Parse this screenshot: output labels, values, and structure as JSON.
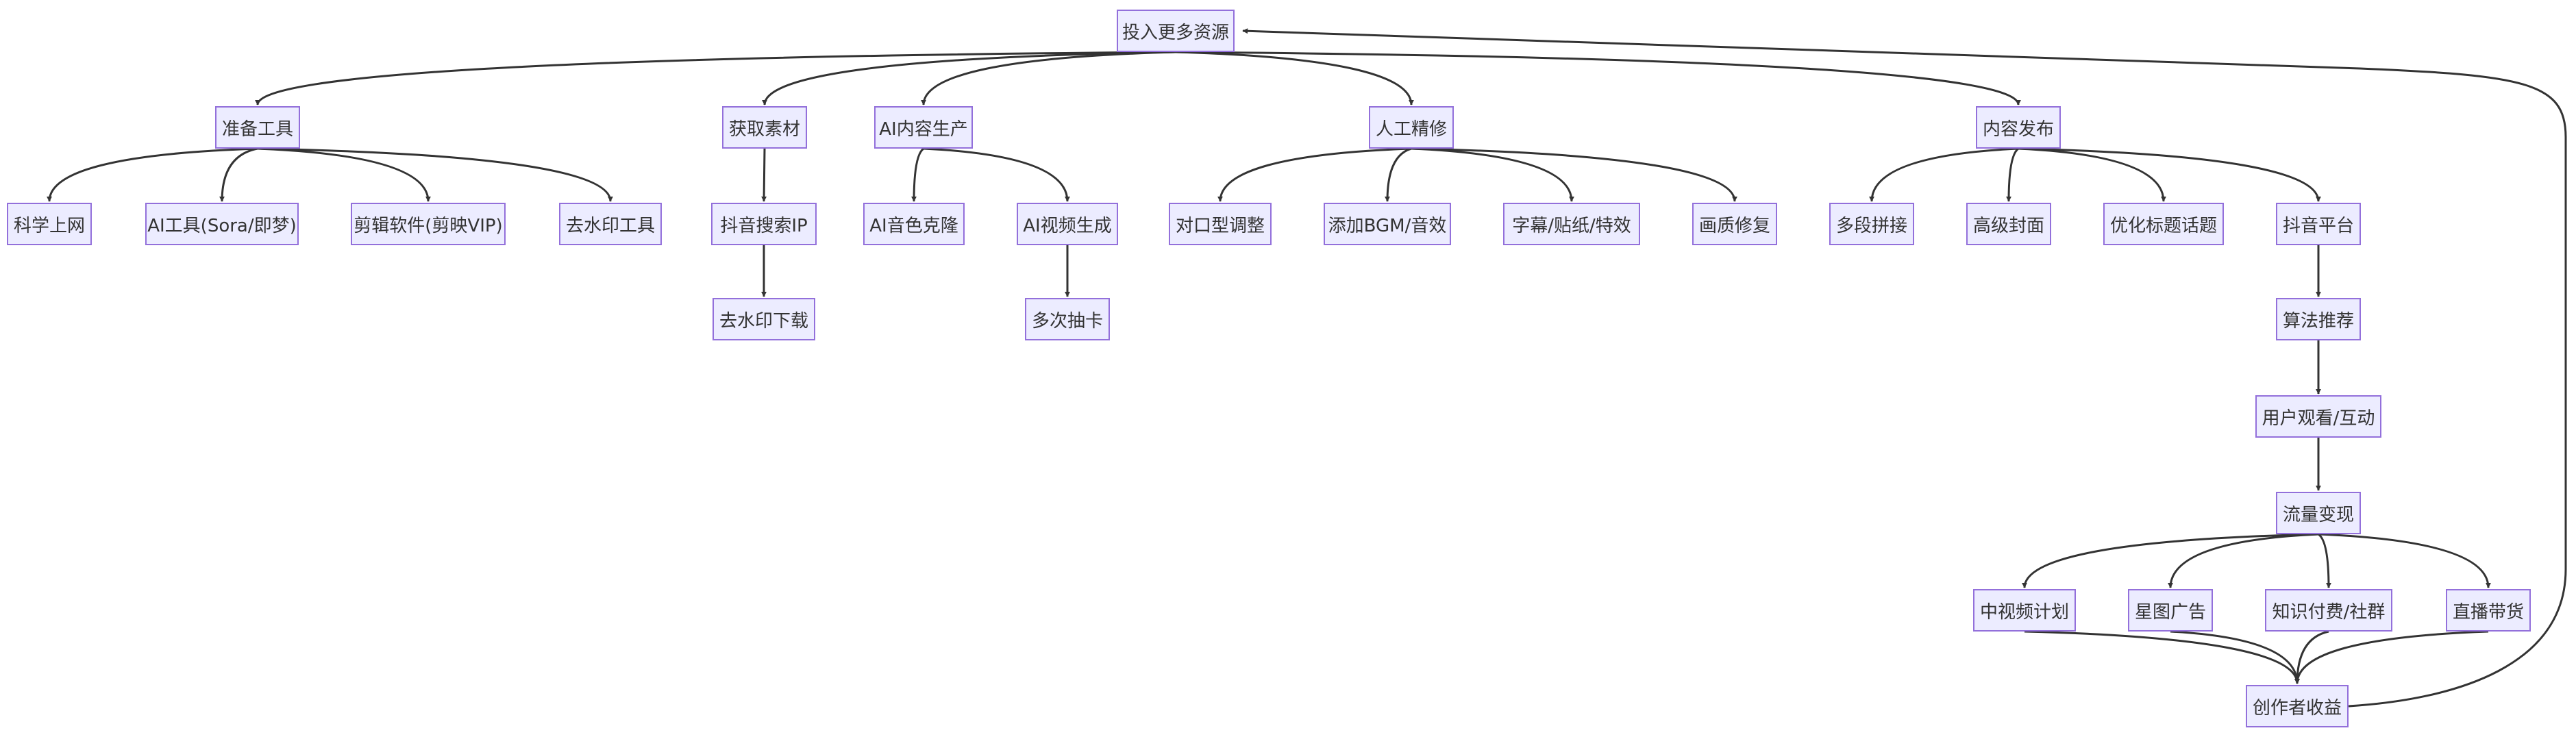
{
  "diagram": {
    "nodes": [
      {
        "id": "n0",
        "label": "投入更多资源"
      },
      {
        "id": "n1",
        "label": "准备工具"
      },
      {
        "id": "n2",
        "label": "获取素材"
      },
      {
        "id": "n3",
        "label": "AI内容生产"
      },
      {
        "id": "n4",
        "label": "人工精修"
      },
      {
        "id": "n5",
        "label": "内容发布"
      },
      {
        "id": "n6",
        "label": "科学上网"
      },
      {
        "id": "n7",
        "label": "AI工具(Sora/即梦)"
      },
      {
        "id": "n8",
        "label": "剪辑软件(剪映VIP)"
      },
      {
        "id": "n9",
        "label": "去水印工具"
      },
      {
        "id": "n10",
        "label": "抖音搜索IP"
      },
      {
        "id": "n11",
        "label": "去水印下载"
      },
      {
        "id": "n12",
        "label": "AI音色克隆"
      },
      {
        "id": "n13",
        "label": "AI视频生成"
      },
      {
        "id": "n14",
        "label": "多次抽卡"
      },
      {
        "id": "n15",
        "label": "对口型调整"
      },
      {
        "id": "n16",
        "label": "添加BGM/音效"
      },
      {
        "id": "n17",
        "label": "字幕/贴纸/特效"
      },
      {
        "id": "n18",
        "label": "画质修复"
      },
      {
        "id": "n19",
        "label": "多段拼接"
      },
      {
        "id": "n20",
        "label": "高级封面"
      },
      {
        "id": "n21",
        "label": "优化标题话题"
      },
      {
        "id": "n22",
        "label": "抖音平台"
      },
      {
        "id": "n23",
        "label": "算法推荐"
      },
      {
        "id": "n24",
        "label": "用户观看/互动"
      },
      {
        "id": "n25",
        "label": "流量变现"
      },
      {
        "id": "n26",
        "label": "中视频计划"
      },
      {
        "id": "n27",
        "label": "星图广告"
      },
      {
        "id": "n28",
        "label": "知识付费/社群"
      },
      {
        "id": "n29",
        "label": "直播带货"
      },
      {
        "id": "n30",
        "label": "创作者收益"
      }
    ],
    "edges": [
      [
        "n0",
        "n1"
      ],
      [
        "n0",
        "n2"
      ],
      [
        "n0",
        "n3"
      ],
      [
        "n0",
        "n4"
      ],
      [
        "n0",
        "n5"
      ],
      [
        "n1",
        "n6"
      ],
      [
        "n1",
        "n7"
      ],
      [
        "n1",
        "n8"
      ],
      [
        "n1",
        "n9"
      ],
      [
        "n2",
        "n10"
      ],
      [
        "n10",
        "n11"
      ],
      [
        "n3",
        "n12"
      ],
      [
        "n3",
        "n13"
      ],
      [
        "n13",
        "n14"
      ],
      [
        "n4",
        "n15"
      ],
      [
        "n4",
        "n16"
      ],
      [
        "n4",
        "n17"
      ],
      [
        "n4",
        "n18"
      ],
      [
        "n5",
        "n19"
      ],
      [
        "n5",
        "n20"
      ],
      [
        "n5",
        "n21"
      ],
      [
        "n5",
        "n22"
      ],
      [
        "n22",
        "n23"
      ],
      [
        "n23",
        "n24"
      ],
      [
        "n24",
        "n25"
      ],
      [
        "n25",
        "n26"
      ],
      [
        "n25",
        "n27"
      ],
      [
        "n25",
        "n28"
      ],
      [
        "n25",
        "n29"
      ],
      [
        "n26",
        "n30"
      ],
      [
        "n27",
        "n30"
      ],
      [
        "n28",
        "n30"
      ],
      [
        "n29",
        "n30"
      ],
      [
        "n30",
        "n0"
      ]
    ],
    "colors": {
      "node_fill": "#ECECFF",
      "node_stroke": "#9370DB",
      "text": "#333333",
      "edge": "#333333"
    }
  }
}
